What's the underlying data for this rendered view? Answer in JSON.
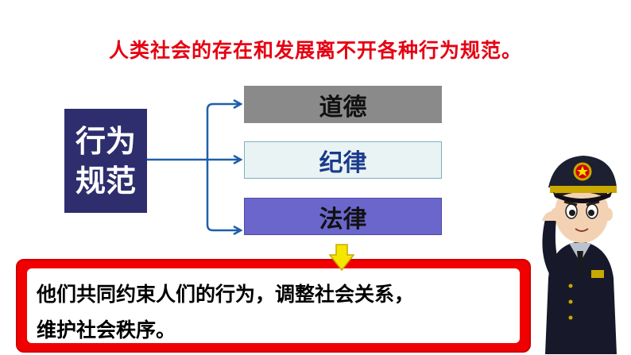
{
  "title": "人类社会的存在和发展离不开各种行为规范。",
  "left_box": {
    "line1": "行为",
    "line2": "规范"
  },
  "nodes": [
    {
      "label": "道德"
    },
    {
      "label": "纪律"
    },
    {
      "label": "法律"
    }
  ],
  "callout": {
    "line1": "他们共同约束人们的行为，调整社会关系，",
    "line2": "维护社会秩序。"
  },
  "colors": {
    "title": "#e60012",
    "left_box": "#2e2e6e",
    "arrow": "#1f5fa8",
    "node_daode": "#8a8a8a",
    "node_jilv": "#e9f3f3",
    "node_falv": "#6b66cc",
    "callout_border": "#f00000",
    "down_arrow": "#f5e600"
  },
  "icons": {
    "police_officer": "police-officer-saluting-icon",
    "down_arrow": "down-arrow-icon"
  }
}
